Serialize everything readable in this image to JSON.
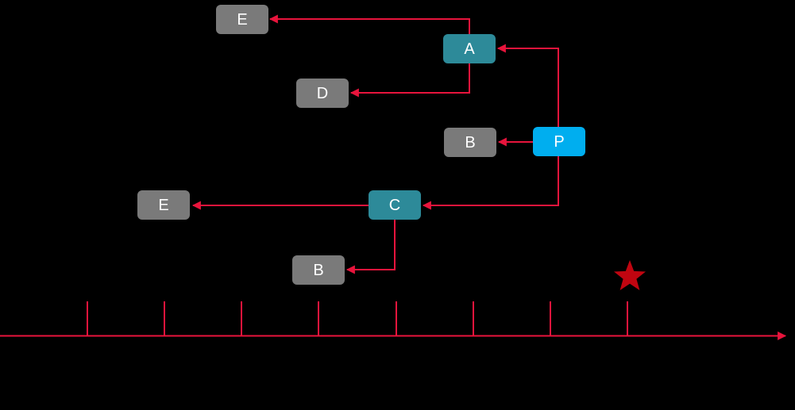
{
  "colors": {
    "background": "#000000",
    "node_gray": "#7a7a7a",
    "node_teal": "#2d8a99",
    "node_blue": "#00aeef",
    "arrow_red": "#e8143c",
    "star_red": "#c00510",
    "node_text": "#ffffff"
  },
  "nodes": [
    {
      "id": "E-top",
      "label": "E",
      "style": "gray"
    },
    {
      "id": "A",
      "label": "A",
      "style": "teal"
    },
    {
      "id": "D",
      "label": "D",
      "style": "gray"
    },
    {
      "id": "B-top",
      "label": "B",
      "style": "gray"
    },
    {
      "id": "P",
      "label": "P",
      "style": "blue"
    },
    {
      "id": "E-mid",
      "label": "E",
      "style": "gray"
    },
    {
      "id": "C",
      "label": "C",
      "style": "teal"
    },
    {
      "id": "B-bottom",
      "label": "B",
      "style": "gray"
    }
  ],
  "edges": [
    {
      "from": "A",
      "to": "E-top"
    },
    {
      "from": "A",
      "to": "D"
    },
    {
      "from": "P",
      "to": "A"
    },
    {
      "from": "P",
      "to": "B-top"
    },
    {
      "from": "P",
      "to": "C"
    },
    {
      "from": "C",
      "to": "E-mid"
    },
    {
      "from": "C",
      "to": "B-bottom"
    }
  ],
  "timeline": {
    "tick_count": 8,
    "arrow_direction": "right"
  },
  "star_marker": {
    "glyph": "star",
    "position": "above-last-tick"
  }
}
